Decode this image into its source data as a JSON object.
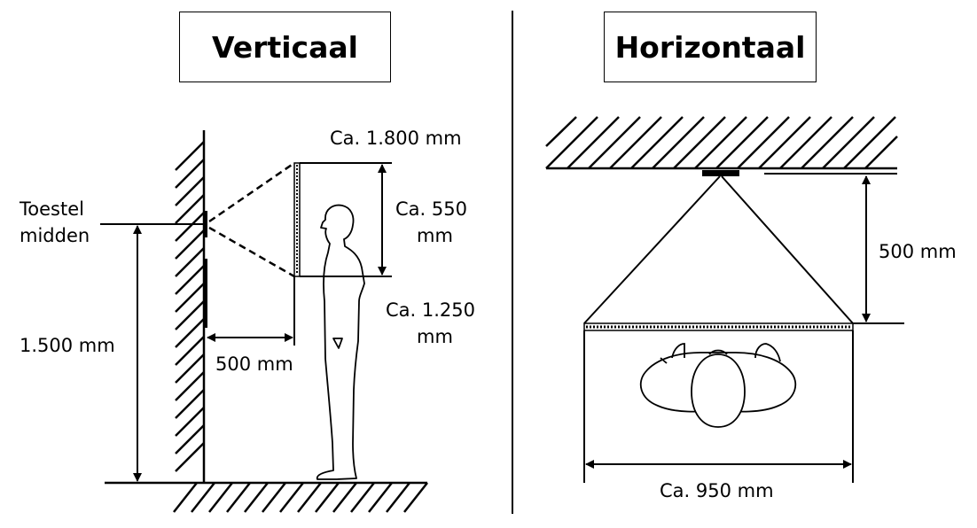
{
  "vertical": {
    "title": "Verticaal",
    "label_height_top": "Ca. 1.800 mm",
    "label_toestel_line1": "Toestel",
    "label_toestel_line2": "midden",
    "label_view_line1": "Ca. 550",
    "label_view_line2": "mm",
    "label_height_bottom_line1": "Ca. 1.250",
    "label_height_bottom_line2": "mm",
    "label_mount_height": "1.500 mm",
    "label_distance": "500 mm"
  },
  "horizontal": {
    "title": "Horizontaal",
    "label_distance": "500 mm",
    "label_width": "Ca. 950 mm"
  }
}
